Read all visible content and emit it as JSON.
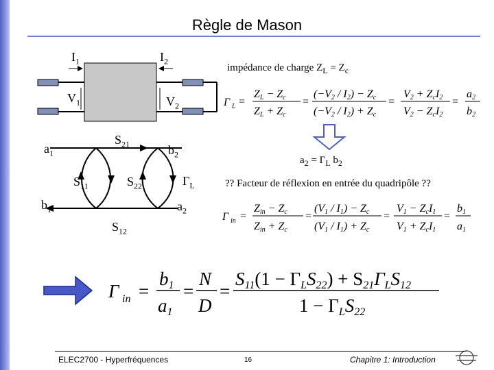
{
  "slide": {
    "title": "Règle de Mason",
    "footer_left": "ELEC2700 - Hyperfréquences",
    "page_number": "16",
    "footer_right": "Chapitre 1: Introduction"
  },
  "circuit": {
    "i1": "I",
    "i1_sub": "1",
    "i2": "I",
    "i2_sub": "2",
    "v1": "V",
    "v1_sub": "1",
    "v2": "V",
    "v2_sub": "2"
  },
  "load_text": {
    "prefix": "impédance de charge Z",
    "sub_l": "L",
    "mid": " = Z",
    "sub_c": "c"
  },
  "flowgraph": {
    "a1": "a",
    "a1_sub": "1",
    "b1": "b",
    "b1_sub": "1",
    "b2": "b",
    "b2_sub": "2",
    "a2": "a",
    "a2_sub": "2",
    "s21": "S",
    "s21_sub": "21",
    "s11": "S",
    "s11_sub": "11",
    "s22": "S",
    "s22_sub": "22",
    "s12": "S",
    "s12_sub": "12",
    "gamma_l": "Γ",
    "gamma_l_sub": "L"
  },
  "relation": {
    "a2": "a",
    "a2_sub": "2",
    "eq": " = Γ",
    "gl_sub": "L",
    "b2": " b",
    "b2_sub": "2"
  },
  "question": "?? Facteur de réflexion en entrée du quadripôle ??"
}
